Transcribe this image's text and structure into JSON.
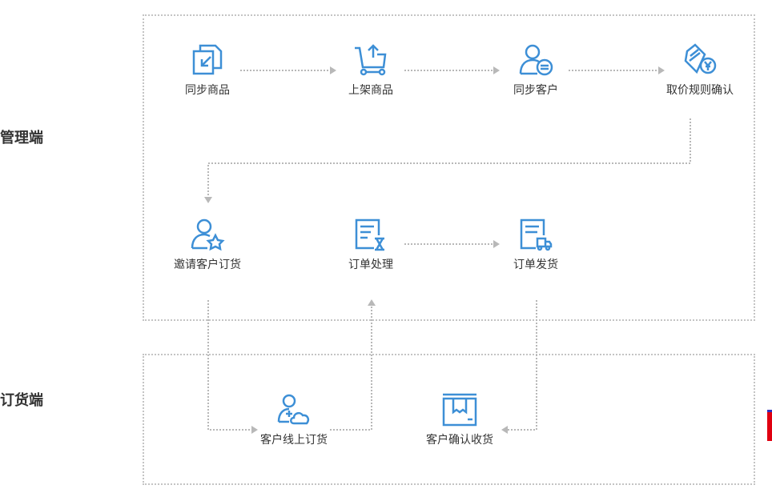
{
  "sections": {
    "admin": "管理端",
    "order": "订货端"
  },
  "nodes": [
    {
      "label": "同步商品",
      "icon": "document-import-icon"
    },
    {
      "label": "上架商品",
      "icon": "cart-upload-icon"
    },
    {
      "label": "同步客户",
      "icon": "user-sync-icon"
    },
    {
      "label": "取价规则确认",
      "icon": "price-tag-yen-icon"
    },
    {
      "label": "邀请客户订货",
      "icon": "user-star-icon"
    },
    {
      "label": "订单处理",
      "icon": "order-hourglass-icon"
    },
    {
      "label": "订单发货",
      "icon": "order-truck-icon"
    },
    {
      "label": "客户线上订货",
      "icon": "user-cloud-icon"
    },
    {
      "label": "客户确认收货",
      "icon": "package-box-icon"
    }
  ],
  "colors": {
    "icon": "#3d8fd6",
    "line": "#b8b8b8",
    "text": "#333333"
  }
}
